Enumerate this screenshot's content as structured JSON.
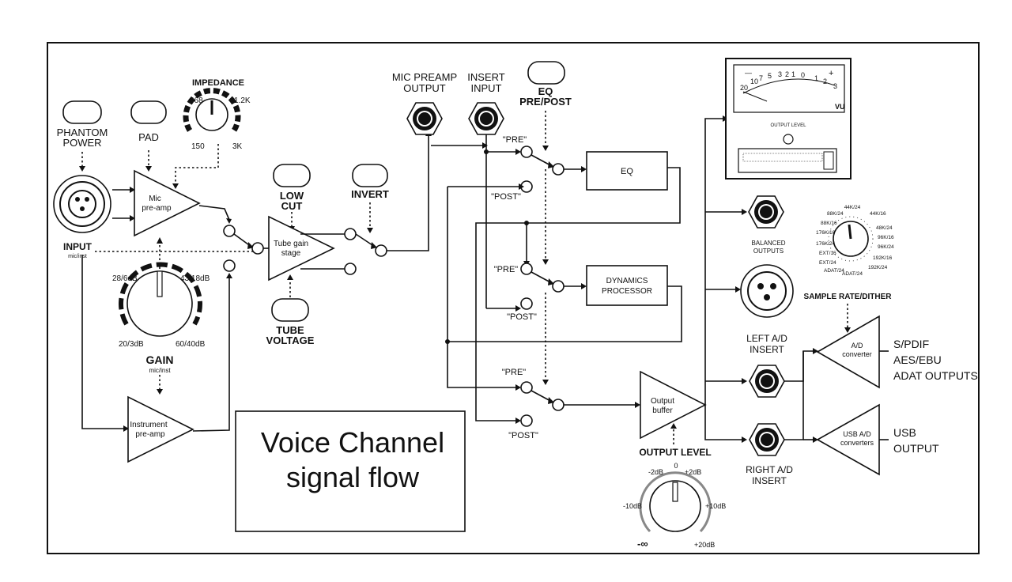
{
  "title": {
    "line1": "Voice Channel",
    "line2": "signal flow"
  },
  "controls": {
    "phantom_power": "PHANTOM POWER",
    "pad": "PAD",
    "impedance": {
      "label": "IMPEDANCE",
      "v368": "368",
      "v1_2k": "1.2K",
      "v150": "150",
      "v3k": "3K"
    },
    "low_cut": "LOW CUT",
    "invert": "INVERT",
    "tube_voltage": "TUBE VOLTAGE",
    "eq_pre_post": "EQ PRE/POST",
    "gain": {
      "label": "GAIN",
      "sub": "mic/inst",
      "v28": "28/6dB",
      "v43": "43/18dB",
      "v20": "20/3dB",
      "v60": "60/40dB"
    },
    "output_level": {
      "label": "OUTPUT LEVEL",
      "m2": "-2dB",
      "z": "0",
      "p2": "+2dB",
      "m10": "-10dB",
      "p10": "+10dB",
      "minf": "-∞",
      "p20": "+20dB"
    },
    "sample_rate": {
      "label": "SAMPLE RATE/DITHER",
      "rates": [
        "44K/24",
        "44K/16",
        "48K/24",
        "96K/16",
        "96K/24",
        "192K/16",
        "192K/24",
        "ADAT/24",
        "ADAT/24",
        "EXT/24",
        "EXT/16",
        "176K/24",
        "176K/16",
        "88K/16",
        "88K/24"
      ]
    }
  },
  "blocks": {
    "mic_preamp": "Mic pre-amp",
    "instrument_preamp": "Instrument pre-amp",
    "tube_gain": "Tube gain stage",
    "eq": "EQ",
    "dynamics": "DYNAMICS PROCESSOR",
    "output_buffer": "Output buffer",
    "ad_converter": "A/D converter",
    "usb_ad": "USB A/D converters"
  },
  "io": {
    "input": "INPUT",
    "input_sub": "mic/inst",
    "mic_preamp_output": "MIC PREAMP OUTPUT",
    "insert_input": "INSERT INPUT",
    "balanced_outputs": "BALANCED OUTPUTS",
    "left_ad_insert": "LEFT A/D INSERT",
    "right_ad_insert": "RIGHT A/D INSERT",
    "spdif_outputs": [
      "S/PDIF",
      "AES/EBU",
      "ADAT OUTPUTS"
    ],
    "usb_output": [
      "USB",
      "OUTPUT"
    ]
  },
  "switches": {
    "pre": "\"PRE\"",
    "post": "\"POST\""
  },
  "meter": {
    "output_level": "OUTPUT LEVEL",
    "vu": "VU",
    "scale": [
      "20",
      "10",
      "7",
      "5",
      "3",
      "2",
      "1",
      "0",
      "1",
      "2",
      "3"
    ],
    "minus": "—",
    "plus": "+"
  }
}
